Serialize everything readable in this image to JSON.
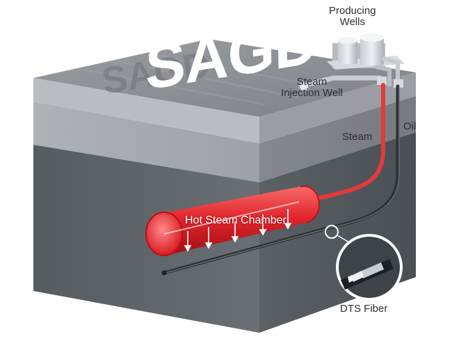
{
  "title": "SAGD",
  "labels": {
    "producing_line1": "Producing",
    "producing_line2": "Wells",
    "injection_line1": "Steam",
    "injection_line2": "Injection Well",
    "steam": "Steam",
    "oil": "Oil",
    "chamber": "Hot Steam Chamber",
    "dts": "DTS Fiber"
  },
  "colors": {
    "top_face": "#8d9196",
    "layer_light": "#a9adb1",
    "layer_dark": "#5c6166",
    "side_face": "#4a4f54",
    "steam_pipe": "#e23b3b",
    "oil_pipe": "#2f3338",
    "chamber": "#e8242a"
  }
}
